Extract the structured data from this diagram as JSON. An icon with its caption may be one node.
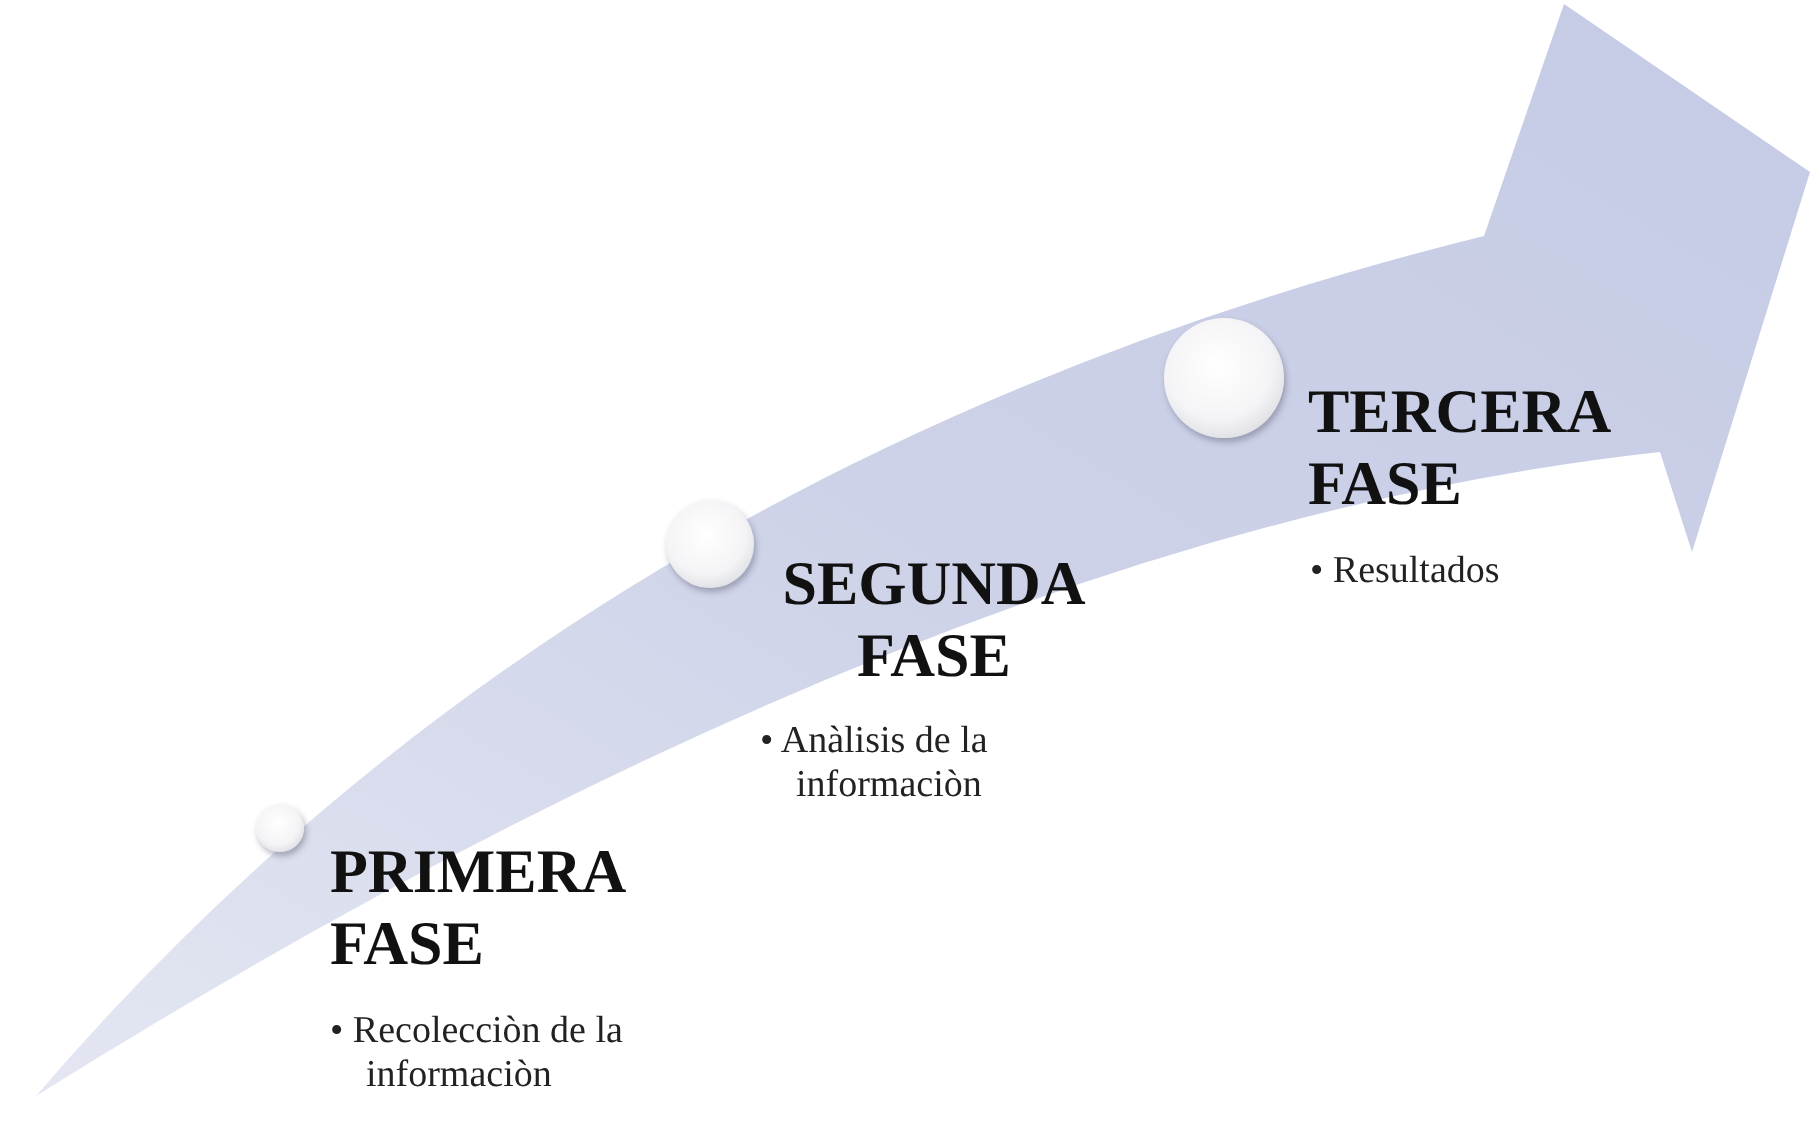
{
  "diagram": {
    "nodes": [
      {
        "text": [
          "PRIMERA FASE",
          "• Recolecciòn de la informaciòn"
        ]
      },
      {
        "text": [
          "SEGUNDA FASE",
          "• Anàlisis de la informaciòn"
        ]
      },
      {
        "text": [
          "TERCERA FASE",
          "• Resultados"
        ]
      }
    ]
  }
}
